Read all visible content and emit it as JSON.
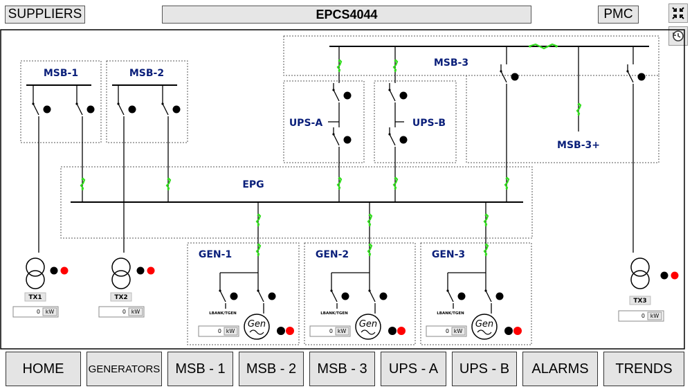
{
  "header": {
    "suppliers_label": "SUPPLIERS",
    "title": "EPCS4044",
    "pmc_label": "PMC",
    "icons": [
      "collapse-icon",
      "history-icon"
    ]
  },
  "diagram": {
    "msb1": "MSB-1",
    "msb2": "MSB-2",
    "msb3": "MSB-3",
    "msb3plus": "MSB-3+",
    "upsa": "UPS-A",
    "upsb": "UPS-B",
    "epg": "EPG",
    "gen1": "GEN-1",
    "gen2": "GEN-2",
    "gen3": "GEN-3",
    "tx1": "TX1",
    "tx2": "TX2",
    "tx3": "TX3",
    "lbank": "LBANK/TGEN",
    "gen_symbol": "Gen",
    "unit": "kW",
    "tx1_value": "0",
    "tx2_value": "0",
    "tx3_value": "0",
    "gen1_value": "0",
    "gen2_value": "0",
    "gen3_value": "0"
  },
  "colors": {
    "breaker_closed": "#32dc1e",
    "status_on": "#000000",
    "status_alarm": "#ff0000",
    "label": "#0a1f7a"
  },
  "nav": {
    "home": "HOME",
    "generators": "GENERATORS",
    "msb1": "MSB - 1",
    "msb2": "MSB - 2",
    "msb3": "MSB - 3",
    "upsa": "UPS - A",
    "upsb": "UPS - B",
    "alarms": "ALARMS",
    "trends": "TRENDS"
  }
}
